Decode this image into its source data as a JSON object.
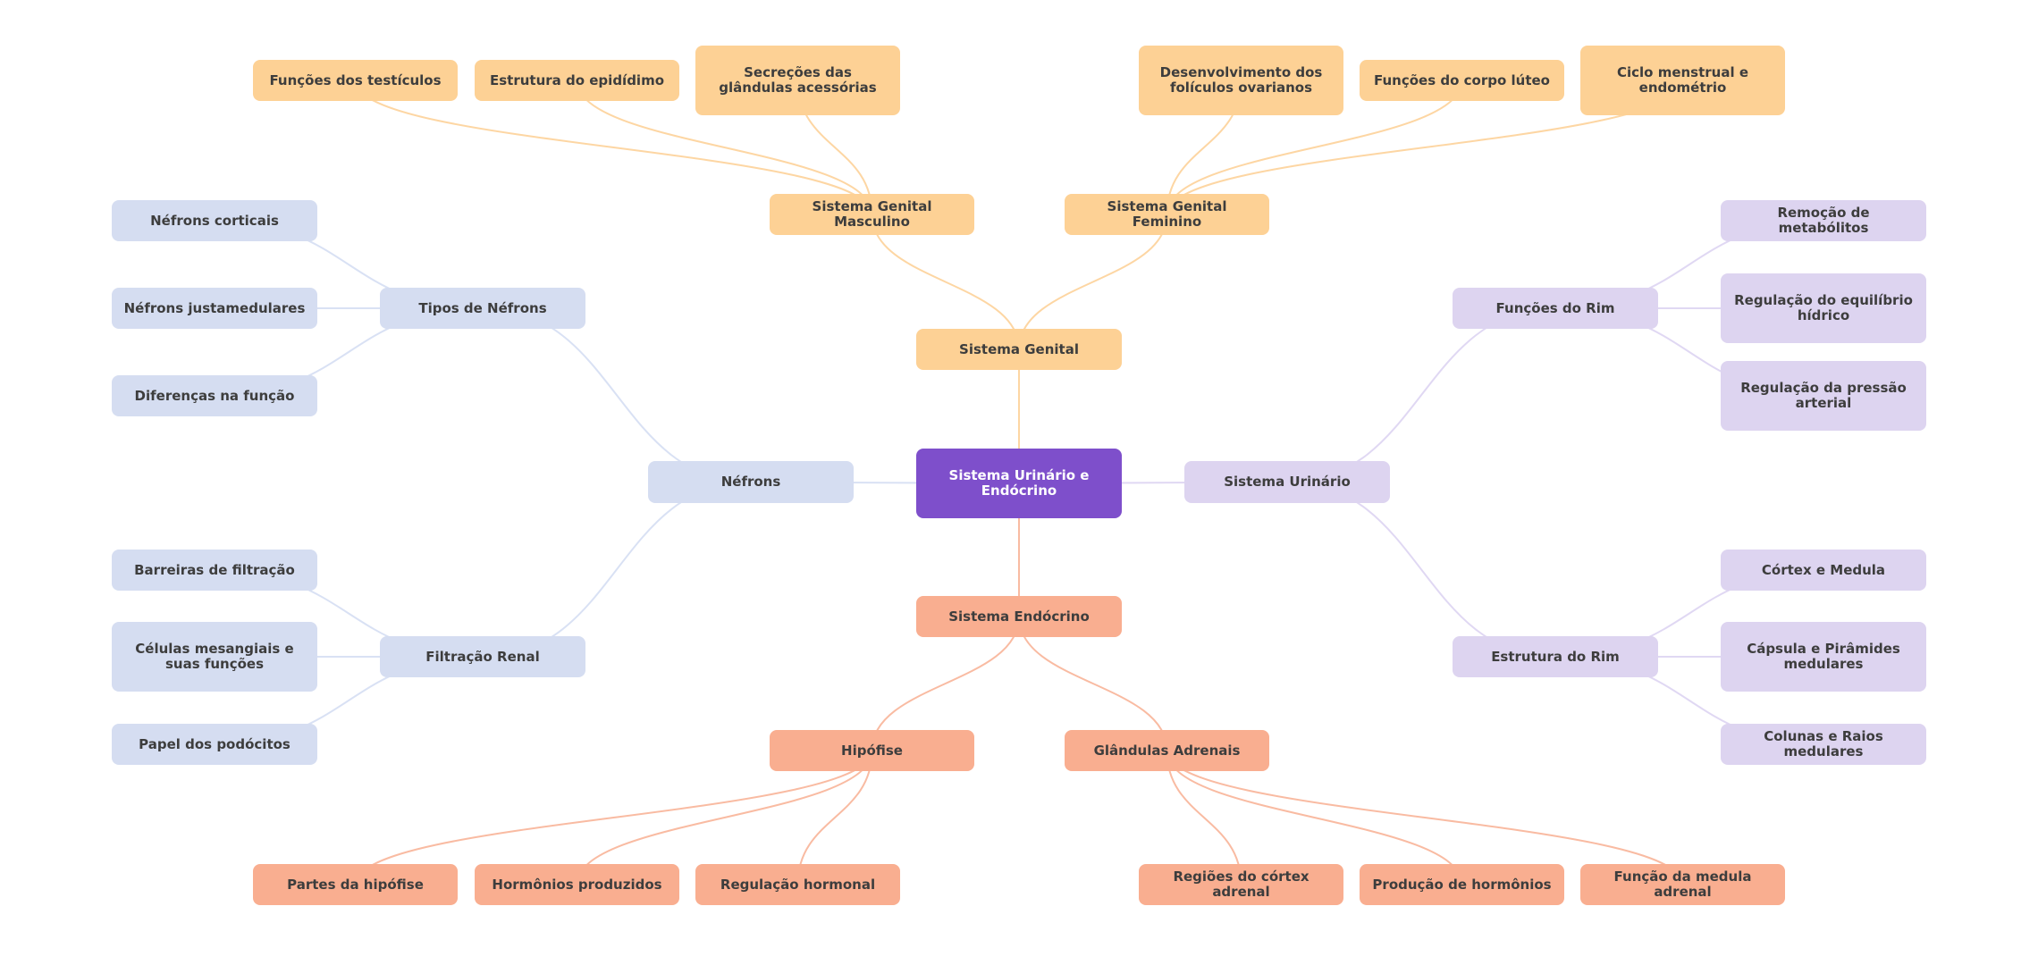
{
  "title": "Sistema Urinário e Endócrino",
  "colors": {
    "root": "#7e4fcb",
    "genital": "#fdd195",
    "genital_edge": "#fdd6a3",
    "endocrino": "#f9ae90",
    "endocrino_edge": "#f9bba2",
    "nefrons": "#d5ddf1",
    "nefrons_edge": "#d9e1f4",
    "urinario": "#ddd4f0",
    "urinario_edge": "#e0d8f3"
  },
  "nodes": [
    {
      "id": "root",
      "label": "Sistema Urinário e Endócrino",
      "group": "root"
    },
    {
      "id": "genital",
      "label": "Sistema Genital",
      "group": "genital",
      "parent": "root"
    },
    {
      "id": "masc",
      "label": "Sistema Genital Masculino",
      "group": "genital",
      "parent": "genital"
    },
    {
      "id": "fem",
      "label": "Sistema Genital Feminino",
      "group": "genital",
      "parent": "genital"
    },
    {
      "id": "testiculos",
      "label": "Funções dos testículos",
      "group": "genital",
      "parent": "masc"
    },
    {
      "id": "epididimo",
      "label": "Estrutura do epidídimo",
      "group": "genital",
      "parent": "masc"
    },
    {
      "id": "secrecoes",
      "label": "Secreções das glândulas acessórias",
      "group": "genital",
      "parent": "masc"
    },
    {
      "id": "foliculos",
      "label": "Desenvolvimento dos folículos ovarianos",
      "group": "genital",
      "parent": "fem"
    },
    {
      "id": "corpoluteo",
      "label": "Funções do corpo lúteo",
      "group": "genital",
      "parent": "fem"
    },
    {
      "id": "ciclo",
      "label": "Ciclo menstrual e endométrio",
      "group": "genital",
      "parent": "fem"
    },
    {
      "id": "nefrons",
      "label": "Néfrons",
      "group": "nefrons",
      "parent": "root"
    },
    {
      "id": "tipos",
      "label": "Tipos de Néfrons",
      "group": "nefrons",
      "parent": "nefrons"
    },
    {
      "id": "corticais",
      "label": "Néfrons corticais",
      "group": "nefrons",
      "parent": "tipos"
    },
    {
      "id": "justamedulares",
      "label": "Néfrons justamedulares",
      "group": "nefrons",
      "parent": "tipos"
    },
    {
      "id": "diferencas",
      "label": "Diferenças na função",
      "group": "nefrons",
      "parent": "tipos"
    },
    {
      "id": "filtracao",
      "label": "Filtração Renal",
      "group": "nefrons",
      "parent": "nefrons"
    },
    {
      "id": "barreiras",
      "label": "Barreiras de filtração",
      "group": "nefrons",
      "parent": "filtracao"
    },
    {
      "id": "mesangiais",
      "label": "Células mesangiais e suas funções",
      "group": "nefrons",
      "parent": "filtracao"
    },
    {
      "id": "podocitos",
      "label": "Papel dos podócitos",
      "group": "nefrons",
      "parent": "filtracao"
    },
    {
      "id": "urinario",
      "label": "Sistema Urinário",
      "group": "urinario",
      "parent": "root"
    },
    {
      "id": "funcoesrim",
      "label": "Funções do Rim",
      "group": "urinario",
      "parent": "urinario"
    },
    {
      "id": "metabolitos",
      "label": "Remoção de metabólitos",
      "group": "urinario",
      "parent": "funcoesrim"
    },
    {
      "id": "hidrico",
      "label": "Regulação do equilíbrio hídrico",
      "group": "urinario",
      "parent": "funcoesrim"
    },
    {
      "id": "pressao",
      "label": "Regulação da pressão arterial",
      "group": "urinario",
      "parent": "funcoesrim"
    },
    {
      "id": "estruturarim",
      "label": "Estrutura do Rim",
      "group": "urinario",
      "parent": "urinario"
    },
    {
      "id": "cortex",
      "label": "Córtex e Medula",
      "group": "urinario",
      "parent": "estruturarim"
    },
    {
      "id": "capsula",
      "label": "Cápsula e Pirâmides medulares",
      "group": "urinario",
      "parent": "estruturarim"
    },
    {
      "id": "colunas",
      "label": "Colunas e Raios medulares",
      "group": "urinario",
      "parent": "estruturarim"
    },
    {
      "id": "endocrino",
      "label": "Sistema Endócrino",
      "group": "endocrino",
      "parent": "root"
    },
    {
      "id": "hipofise",
      "label": "Hipófise",
      "group": "endocrino",
      "parent": "endocrino"
    },
    {
      "id": "adrenais",
      "label": "Glândulas Adrenais",
      "group": "endocrino",
      "parent": "endocrino"
    },
    {
      "id": "partes",
      "label": "Partes da hipófise",
      "group": "endocrino",
      "parent": "hipofise"
    },
    {
      "id": "hormonios",
      "label": "Hormônios produzidos",
      "group": "endocrino",
      "parent": "hipofise"
    },
    {
      "id": "regulacao",
      "label": "Regulação hormonal",
      "group": "endocrino",
      "parent": "hipofise"
    },
    {
      "id": "regioes",
      "label": "Regiões do córtex adrenal",
      "group": "endocrino",
      "parent": "adrenais"
    },
    {
      "id": "producao",
      "label": "Produção de hormônios",
      "group": "endocrino",
      "parent": "adrenais"
    },
    {
      "id": "medula",
      "label": "Função da medula adrenal",
      "group": "endocrino",
      "parent": "adrenais"
    }
  ]
}
